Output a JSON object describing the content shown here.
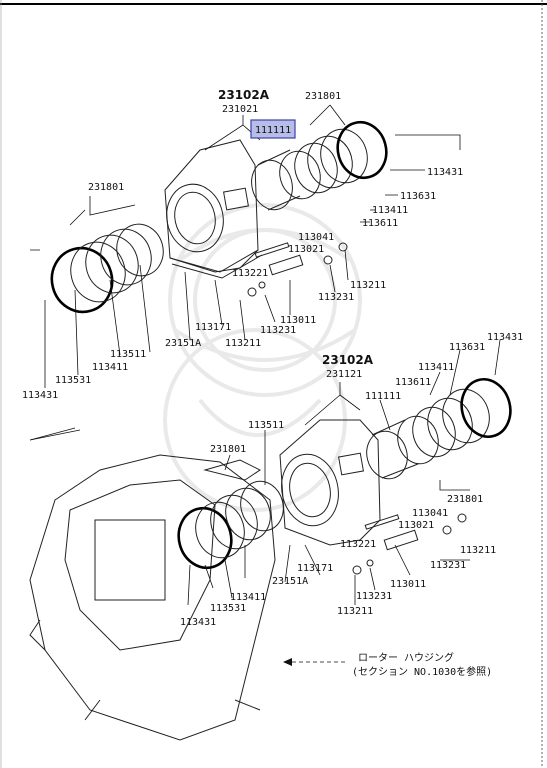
{
  "colors": {
    "highlight_fill": "#b7bde6",
    "highlight_stroke": "#3a44a8",
    "ink": "#111111"
  },
  "upper_assembly": {
    "assembly_no": "23102A",
    "housing_no": "231021",
    "highlighted_part": "111111",
    "labels": {
      "ring_set_right": "231801",
      "ring_set_left": "231801",
      "p113431_r": "113431",
      "p113631": "113631",
      "p113411_r": "113411",
      "p113611": "113611",
      "p113041": "113041",
      "p113021": "113021",
      "p113221": "113221",
      "p113211_r": "113211",
      "p113231_r": "113231",
      "p113011": "113011",
      "p113231_l": "113231",
      "p113211_l": "113211",
      "p113171": "113171",
      "p23151A": "23151A",
      "p113511": "113511",
      "p113411_l": "113411",
      "p113531": "113531",
      "p113431_l": "113431"
    }
  },
  "lower_assembly": {
    "assembly_no": "23102A",
    "housing_no": "231121",
    "labels": {
      "p113431_top": "113431",
      "p113631": "113631",
      "p113411_t": "113411",
      "p113611": "113611",
      "p111111": "111111",
      "p113511": "113511",
      "ring_set_left": "231801",
      "ring_set_right": "231801",
      "p113041": "113041",
      "p113021": "113021",
      "p113221": "113221",
      "p113211_r": "113211",
      "p113231_r": "113231",
      "p113011": "113011",
      "p113171": "113171",
      "p23151A": "23151A",
      "p113411_b": "113411",
      "p113531": "113531",
      "p113431_b": "113431",
      "p113231_b": "113231",
      "p113211_b": "113211"
    }
  },
  "reference_note": {
    "line1": "ローター ハウジング",
    "line2": "(セクション NO.1030を参照)"
  }
}
